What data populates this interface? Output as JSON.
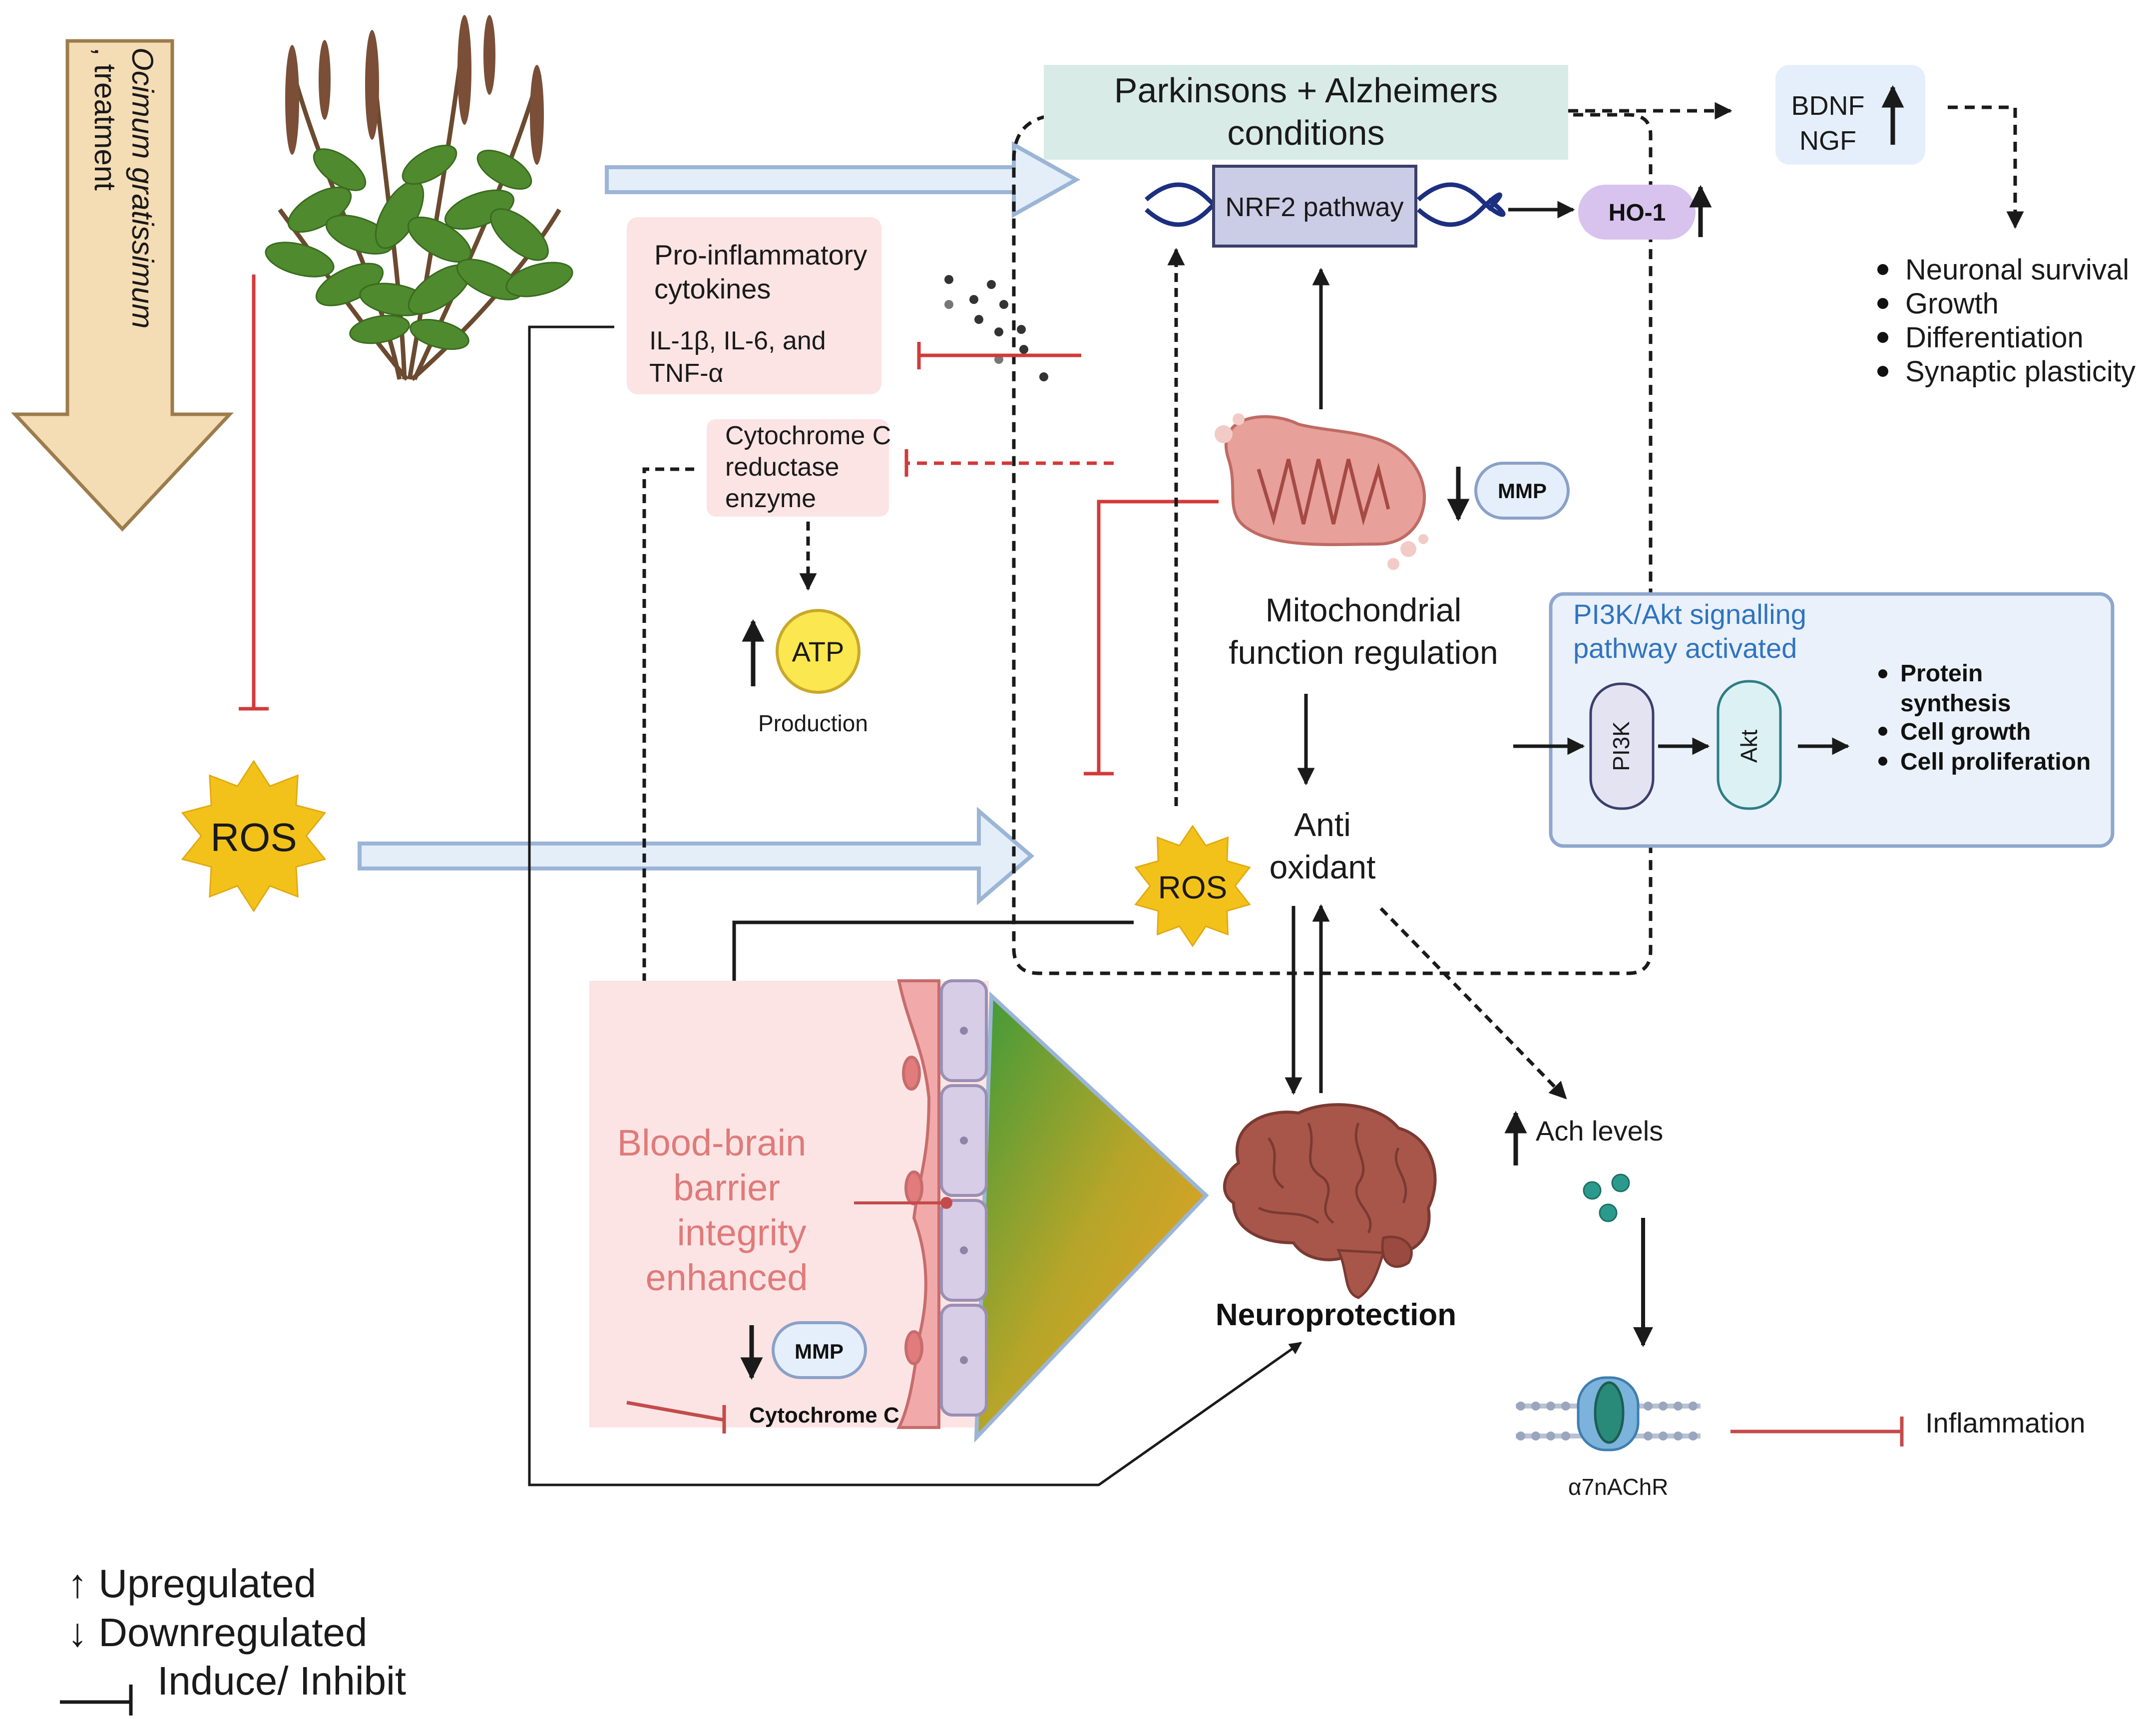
{
  "treatment": {
    "species": "Ocimum gratissimum",
    "suffix": ", treatment"
  },
  "disease_box": {
    "line1": "Parkinsons + Alzheimers",
    "line2": "conditions"
  },
  "nrf2": {
    "label": "NRF2 pathway"
  },
  "ho1": {
    "label": "HO-1"
  },
  "bdnf": {
    "line1": "BDNF",
    "line2": "NGF"
  },
  "outcomes": [
    "Neuronal survival",
    "Growth",
    "Differentiation",
    "Synaptic plasticity"
  ],
  "cytokines": {
    "line1": "Pro-inflammatory",
    "line2": "cytokines",
    "line3": "IL-1β, IL-6, and",
    "line4": "TNF-α"
  },
  "cytochrome_enzyme": {
    "line1": "Cytochrome C",
    "line2": "reductase",
    "line3": "enzyme"
  },
  "atp": {
    "label": "ATP",
    "caption": "Production"
  },
  "mito": {
    "mmp_label": "MMP",
    "line1": "Mitochondrial",
    "line2": "function regulation"
  },
  "pi3k": {
    "title1": "PI3K/Akt signalling",
    "title2": "pathway activated",
    "node1": "PI3K",
    "node2": "Akt",
    "effects": [
      "Protein",
      "synthesis",
      "Cell growth",
      "Cell proliferation"
    ]
  },
  "ros_left": {
    "label": "ROS"
  },
  "ros_center": {
    "label": "ROS"
  },
  "antioxidant": {
    "line1": "Anti",
    "line2": "oxidant"
  },
  "bbb": {
    "line1": "Blood-brain",
    "line2": "barrier",
    "line3": "integrity",
    "line4": "enhanced",
    "mmp_label": "MMP",
    "cyto_label": "Cytochrome C"
  },
  "neuroprotection": {
    "label": "Neuroprotection"
  },
  "ach": {
    "label": "Ach levels"
  },
  "receptor": {
    "label": "α7nAChR"
  },
  "inflammation": {
    "label": "Inflammation"
  },
  "legend": {
    "up": "↑ Upregulated",
    "down": "↓ Downregulated",
    "inhibit": "Induce/ Inhibit"
  },
  "colors": {
    "inhibit_red": "#d23a3a",
    "flow_arrow_fill": "#e3eef9",
    "flow_arrow_stroke": "#9bb5d6",
    "ros_yellow": "#f2c21b",
    "treatment_arrow": "#f4dcb4",
    "pink_box": "#fce4e4",
    "disease_box": "#d9ebe6",
    "pi3k_box": "#eaf1fa",
    "ho1_purple": "#d7c3ee",
    "bbb_text": "#e07a7a"
  }
}
